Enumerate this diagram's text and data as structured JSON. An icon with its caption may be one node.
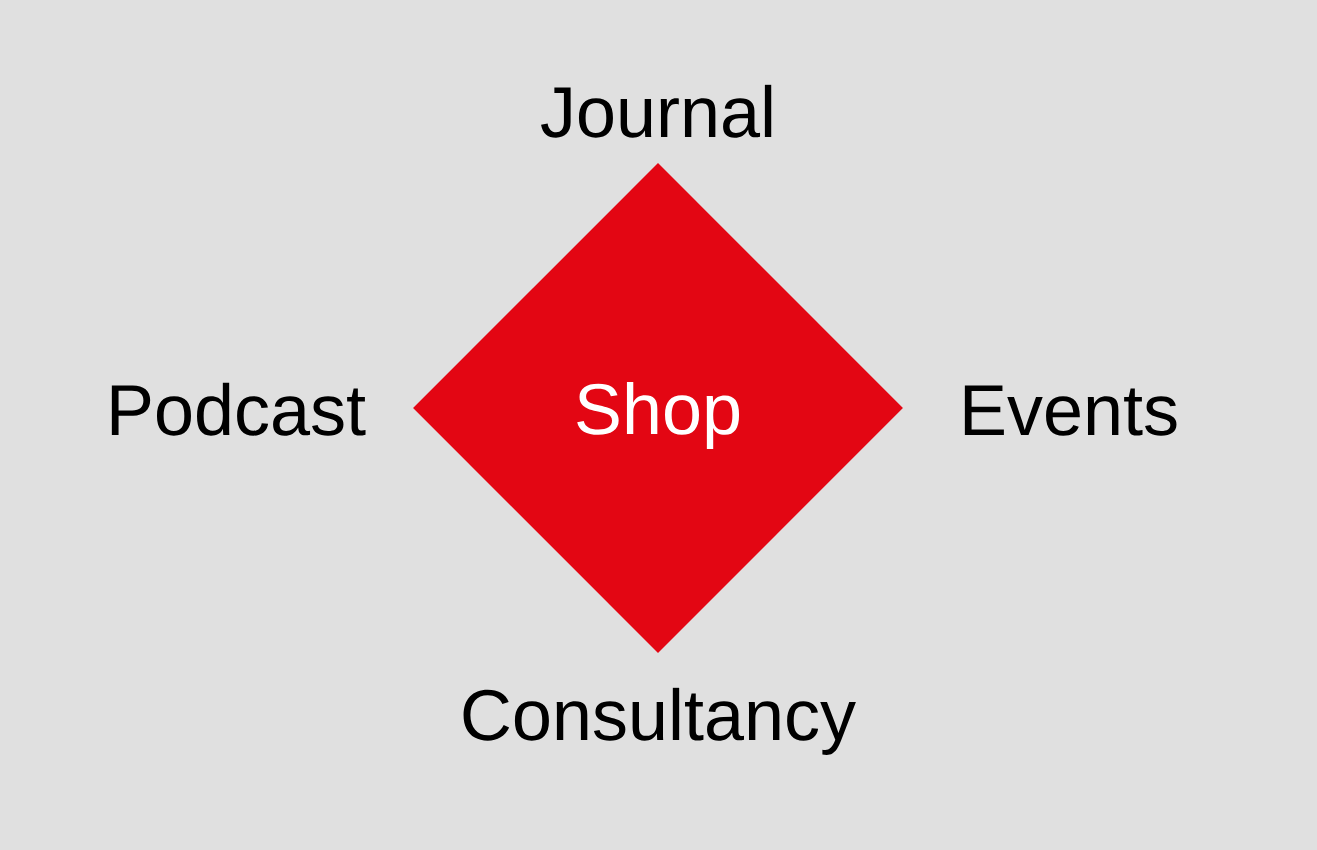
{
  "diagram": {
    "nodes": [
      {
        "text": [
          "Shop"
        ]
      }
    ],
    "labels": [
      "Journal",
      "Podcast",
      "Events",
      "Consultancy"
    ]
  }
}
